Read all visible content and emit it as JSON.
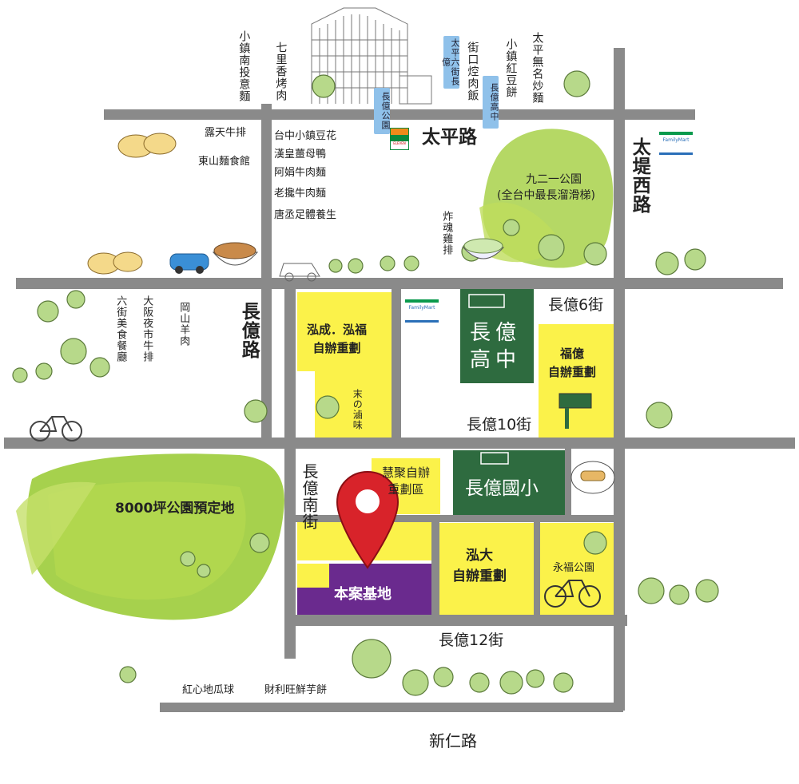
{
  "roads": {
    "taiping": "太平路",
    "changyi": "長億路",
    "taidi_west": "太堤西路",
    "changyi_6": "長億6街",
    "changyi_10": "長億10街",
    "changyi_south": "長億南街",
    "changyi_12": "長億12街",
    "xinren": "新仁路"
  },
  "blocks": {
    "hongcheng": "泓成．泓福\n自辦重劃",
    "changyi_high_1": "長億",
    "changyi_high_2": "高中",
    "fuyi": "福億\n自辦重劃",
    "huiju": "慧聚自辦\n重劃區",
    "changyi_elem": "長億國小",
    "hongda": "泓大\n自辦重劃",
    "site": "本案基地",
    "yongfu_park": "永福公園",
    "park_8000": "8000坪公園預定地",
    "park_921_1": "九二一公園",
    "park_921_2": "(全台中最長溜滑梯)"
  },
  "pois": {
    "xiaozhen_nantou": "小鎮南投意麵",
    "qili": "七里香烤肉",
    "jiekou": "街口焢肉飯",
    "xiaozhen_red": "小鎮紅豆餅",
    "taiping_noodle": "太平無名炒麵",
    "station_park": "長億公園",
    "station_high": "長億高中",
    "station_mid": "太平六街長億",
    "lutian": "露天牛排",
    "dongshan": "東山麵食館",
    "xiaozhen_douhua": "台中小鎮豆花",
    "hanhuang": "漢皇薑母鴨",
    "ajuan": "阿娟牛肉麵",
    "laochan": "老攙牛肉麵",
    "tangcheng": "唐丞足體養生",
    "zhahun": "炸魂雞排",
    "liujie": "六街美食餐廳",
    "daban": "大阪夜市牛排",
    "gangshan": "岡山羊肉",
    "mono": "末の滷味",
    "hongxin": "紅心地瓜球",
    "caili": "財利旺鮮芋餅"
  },
  "brands": {
    "familymart": "FamilyMart",
    "seven": "ELEVEN"
  },
  "colors": {
    "road": "#8a8a8a",
    "yellow": "#fbf24a",
    "dark_green": "#2e6b3f",
    "purple": "#6a2a8e",
    "light_green": "#9ccc3a",
    "pin_red": "#d8232a"
  }
}
